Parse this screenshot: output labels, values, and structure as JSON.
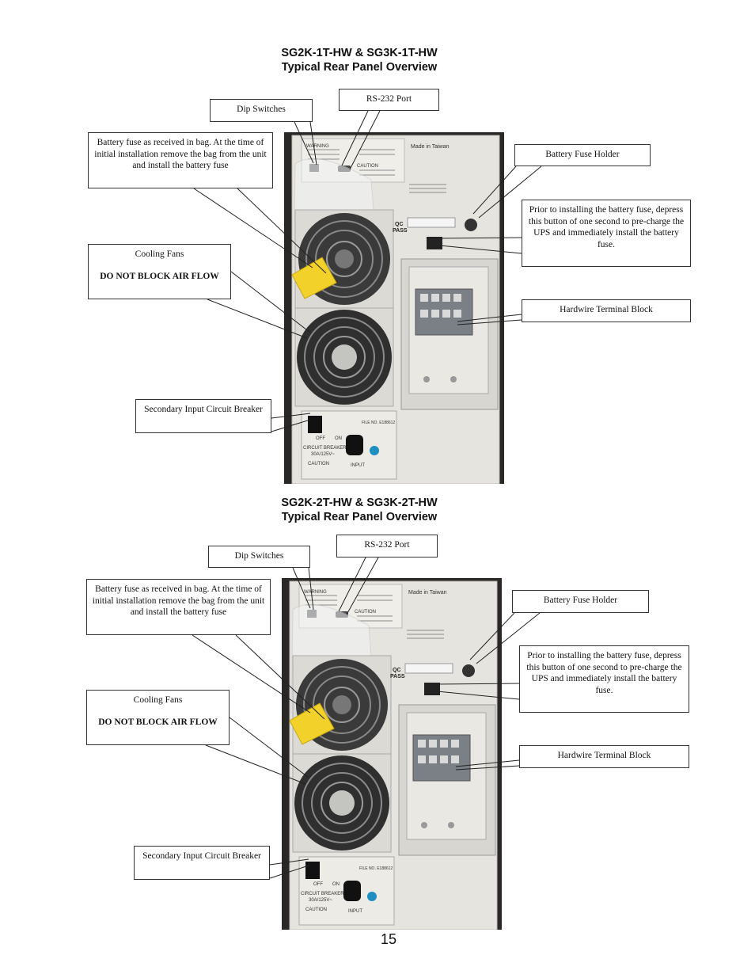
{
  "page_number": "15",
  "sections": [
    {
      "title_line1": "SG2K-1T-HW & SG3K-1T-HW",
      "title_line2": "Typical Rear Panel Overview",
      "callouts": {
        "dip": "Dip Switches",
        "rs232": "RS-232 Port",
        "fuse_bag": "Battery fuse as received in bag. At the time of initial installation remove the bag from the unit and install the battery fuse",
        "fuse_holder": "Battery Fuse Holder",
        "precharge": "Prior to installing the battery fuse, depress this button of one second to pre-charge the UPS and immediately install the battery fuse.",
        "fans": "Cooling Fans",
        "fans_warning": "DO NOT BLOCK AIR FLOW",
        "terminal": "Hardwire Terminal Block",
        "breaker": "Secondary Input Circuit Breaker"
      },
      "photo_text": {
        "made_in": "Made in Taiwan",
        "qc": "QC",
        "pass": "PASS",
        "circuit_breaker": "CIRCUIT BREAKER",
        "rating": "30A/125V~",
        "caution": "CAUTION",
        "input": "INPUT",
        "off": "OFF",
        "on": "ON",
        "warning": "WARNING",
        "file_no": "FILE NO. E188612"
      }
    },
    {
      "title_line1": "SG2K-2T-HW & SG3K-2T-HW",
      "title_line2": "Typical Rear Panel Overview",
      "callouts": {
        "dip": "Dip Switches",
        "rs232": "RS-232 Port",
        "fuse_bag": "Battery fuse as received in bag. At the time of initial installation remove the bag from the unit and install the battery fuse",
        "fuse_holder": "Battery Fuse Holder",
        "precharge": "Prior to installing the battery fuse, depress this button of one second to pre-charge the UPS and immediately install the battery fuse.",
        "fans": "Cooling Fans",
        "fans_warning": "DO NOT BLOCK AIR FLOW",
        "terminal": "Hardwire Terminal Block",
        "breaker": "Secondary Input Circuit Breaker"
      },
      "photo_text": {
        "made_in": "Made in Taiwan",
        "qc": "QC",
        "pass": "PASS",
        "circuit_breaker": "CIRCUIT BREAKER",
        "rating": "30A/125V~",
        "caution": "CAUTION",
        "input": "INPUT",
        "off": "OFF",
        "on": "ON",
        "warning": "WARNING",
        "file_no": "FILE NO. E188612"
      }
    }
  ]
}
